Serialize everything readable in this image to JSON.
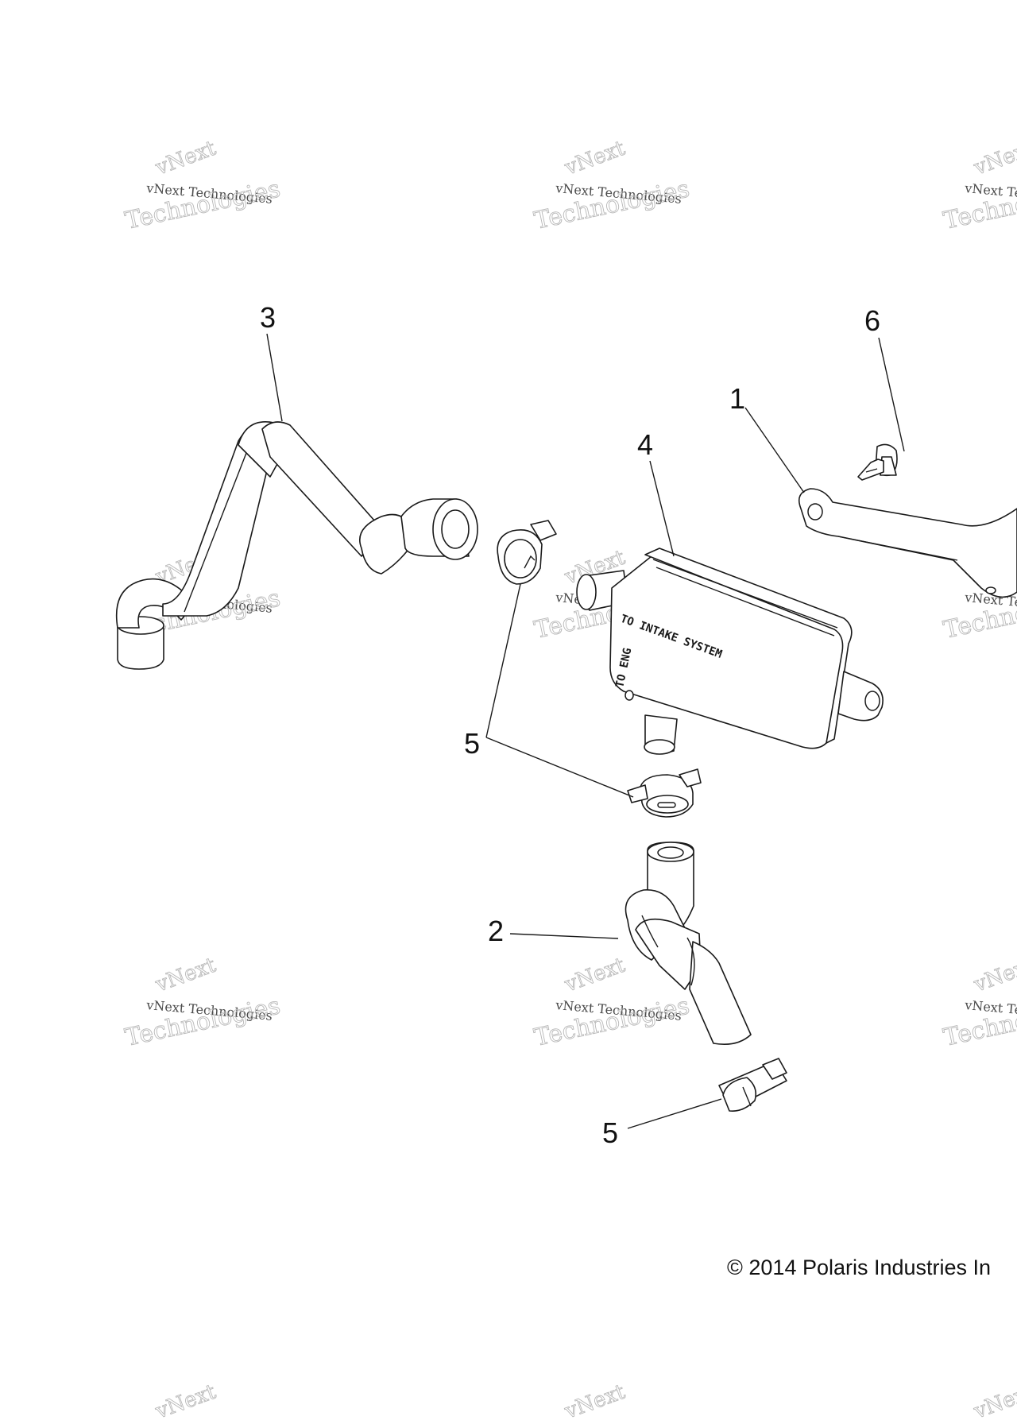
{
  "callouts": [
    {
      "id": "c1",
      "label": "1"
    },
    {
      "id": "c2",
      "label": "2"
    },
    {
      "id": "c3",
      "label": "3"
    },
    {
      "id": "c4",
      "label": "4"
    },
    {
      "id": "c5a",
      "label": "5"
    },
    {
      "id": "c5b",
      "label": "5"
    },
    {
      "id": "c6",
      "label": "6"
    }
  ],
  "part_markings": {
    "line1": "TO INTAKE SYSTEM",
    "line2": "TO ENG"
  },
  "watermark": {
    "line1": "vNext Technologies",
    "line2": "vNext",
    "line3": "Technologies"
  },
  "copyright": "© 2014 Polaris Industries In"
}
